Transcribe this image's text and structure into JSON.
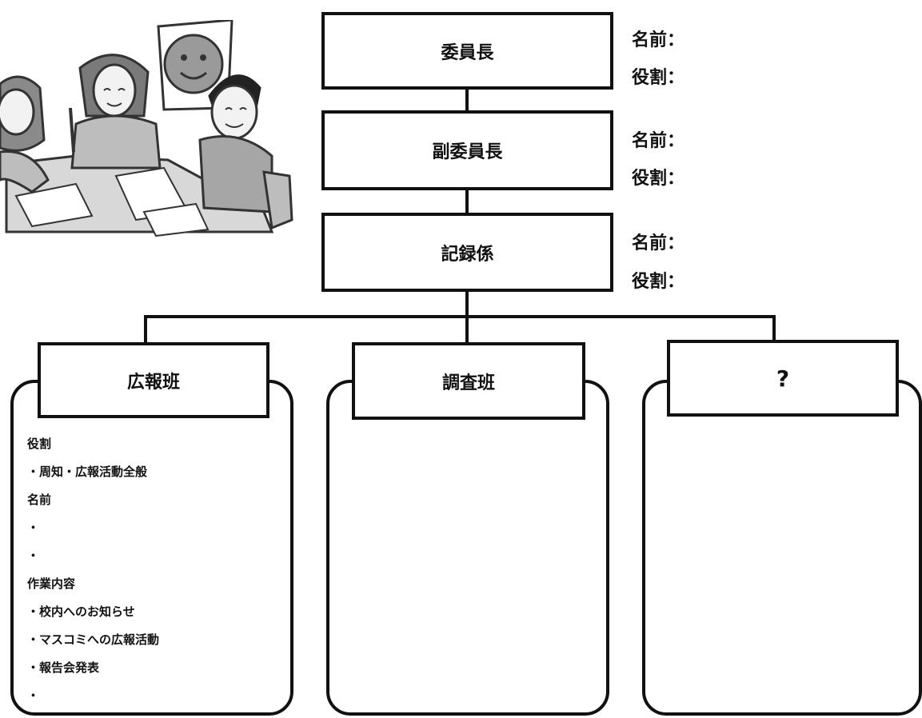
{
  "top_chain": [
    {
      "title": "委員長",
      "fields": [
        "名前：",
        "役割："
      ]
    },
    {
      "title": "副委員長",
      "fields": [
        "名前：",
        "役割："
      ]
    },
    {
      "title": "記録係",
      "fields": [
        "名前：",
        "役割："
      ]
    }
  ],
  "teams": [
    {
      "title": "広報班",
      "lines": [
        "役割",
        "・周知・広報活動全般",
        "名前",
        "・",
        "・",
        "作業内容",
        "・校内へのお知らせ",
        "・マスコミへの広報活動",
        "・報告会発表",
        "・"
      ]
    },
    {
      "title": "調査班",
      "lines": []
    },
    {
      "title": "?",
      "lines": []
    }
  ]
}
